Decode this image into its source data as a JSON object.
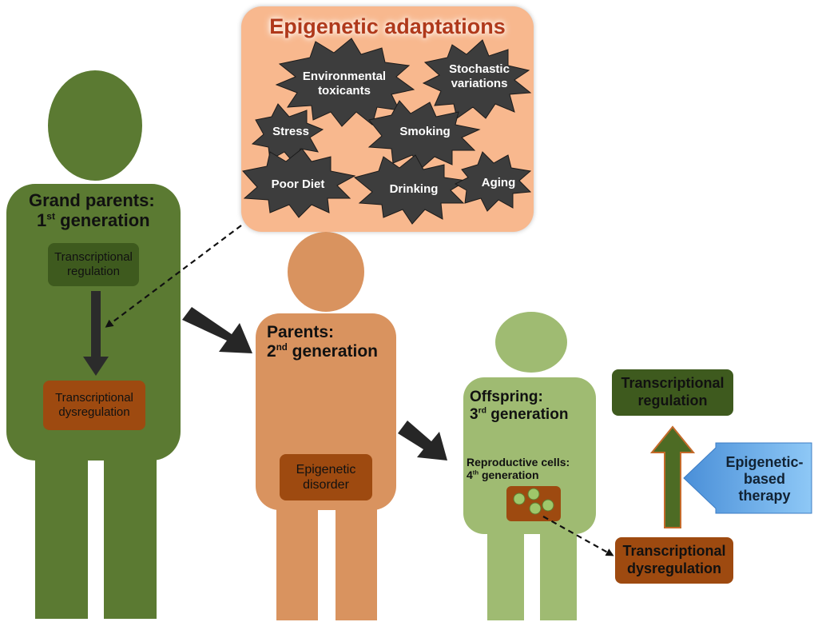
{
  "panel": {
    "title": "Epigenetic adaptations",
    "factors": [
      {
        "line1": "Environmental",
        "line2": "toxicants"
      },
      {
        "line1": "Stochastic",
        "line2": "variations"
      },
      {
        "line1": "Stress",
        "line2": ""
      },
      {
        "line1": "Smoking",
        "line2": ""
      },
      {
        "line1": "Poor Diet",
        "line2": ""
      },
      {
        "line1": "Drinking",
        "line2": ""
      },
      {
        "line1": "Aging",
        "line2": ""
      }
    ]
  },
  "grandparents": {
    "title_line1": "Grand parents:",
    "title_num": "1",
    "title_sup": "st",
    "title_rest": " generation",
    "reg_box": {
      "line1": "Transcriptional",
      "line2": "regulation"
    },
    "dysreg_box": {
      "line1": "Transcriptional",
      "line2": "dysregulation"
    }
  },
  "parents": {
    "title_line1": "Parents:",
    "title_num": "2",
    "title_sup": "nd",
    "title_rest": " generation",
    "disorder_box": {
      "line1": "Epigenetic",
      "line2": "disorder"
    }
  },
  "offspring": {
    "title_line1": "Offspring:",
    "title_num": "3",
    "title_sup": "rd",
    "title_rest": " generation",
    "repro_line1": "Reproductive cells:",
    "repro_num": "4",
    "repro_sup": "th",
    "repro_rest": " generation"
  },
  "right": {
    "reg_box": {
      "line1": "Transcriptional",
      "line2": "regulation"
    },
    "therapy": {
      "line1": "Epigenetic-",
      "line2": "based",
      "line3": "therapy"
    },
    "dysreg_box": {
      "line1": "Transcriptional",
      "line2": "dysregulation"
    }
  },
  "colors": {
    "grandparent_green": "#5b7a32",
    "parent_orange": "#d9935f",
    "offspring_green": "#9fbb72",
    "panel_peach": "#f8b88e",
    "title_red": "#b0391b",
    "box_dark_green": "#3e5a1e",
    "box_brown": "#9e4a10",
    "therapy_blue": "#6fb3ec"
  }
}
